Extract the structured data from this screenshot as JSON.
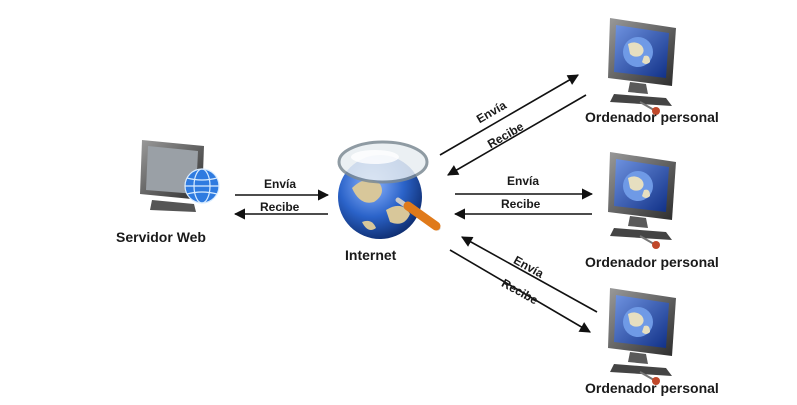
{
  "nodes": {
    "server": "Servidor Web",
    "internet": "Internet",
    "pc_top": "Ordenador personal",
    "pc_mid": "Ordenador personal",
    "pc_bottom": "Ordenador personal"
  },
  "edges": {
    "server_internet": {
      "send": "Envía",
      "receive": "Recibe"
    },
    "internet_pc_top": {
      "send": "Envía",
      "receive": "Recibe"
    },
    "internet_pc_mid": {
      "send": "Envía",
      "receive": "Recibe"
    },
    "internet_pc_bottom": {
      "send": "Envía",
      "receive": "Recibe"
    }
  },
  "colors": {
    "arrow": "#111111",
    "monitor_frame": "#3a3a3a",
    "screen_blue": "#1f4fb8",
    "globe_blue": "#2b63c9",
    "land_tan": "#d8c79a",
    "handle_orange": "#e07a1a"
  },
  "icons": {
    "server": "server-monitor-globe-icon",
    "internet": "globe-magnifier-icon",
    "pc": "desktop-computer-icon"
  }
}
